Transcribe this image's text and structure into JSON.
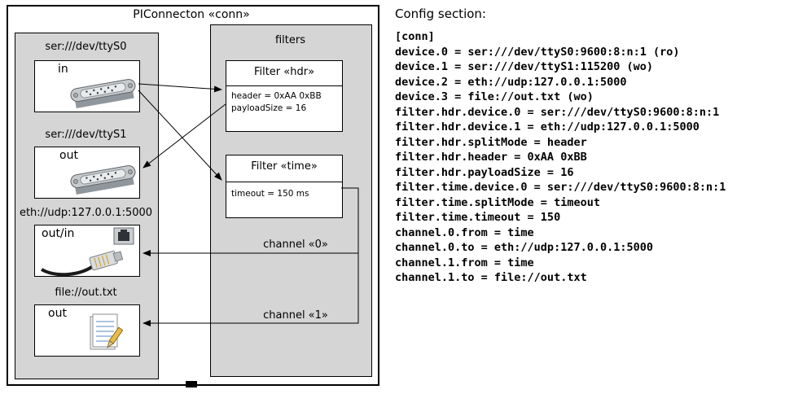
{
  "diagram": {
    "title": "PIConnecton «conn»",
    "devices": [
      {
        "label": "ser:///dev/ttyS0",
        "port": "in",
        "icon": "serial-connector-icon"
      },
      {
        "label": "ser:///dev/ttyS1",
        "port": "out",
        "icon": "serial-connector-icon"
      },
      {
        "label": "eth://udp:127.0.0.1:5000",
        "port": "out/in",
        "icon": "ethernet-icon"
      },
      {
        "label": "file://out.txt",
        "port": "out",
        "icon": "document-icon"
      }
    ],
    "filters_panel": {
      "title": "filters",
      "filters": [
        {
          "title": "Filter «hdr»",
          "attributes": [
            "header = 0xAA 0xBB",
            "payloadSize = 16"
          ]
        },
        {
          "title": "Filter «time»",
          "attributes": [
            "timeout = 150 ms"
          ]
        }
      ]
    },
    "channels": [
      {
        "label": "channel «0»"
      },
      {
        "label": "channel «1»"
      }
    ]
  },
  "config": {
    "heading": "Config section:",
    "lines": [
      "[conn]",
      "device.0 = ser:///dev/ttyS0:9600:8:n:1 (ro)",
      "device.1 = ser:///dev/ttyS1:115200 (wo)",
      "device.2 = eth://udp:127.0.0.1:5000",
      "device.3 = file://out.txt (wo)",
      "filter.hdr.device.0 = ser:///dev/ttyS0:9600:8:n:1",
      "filter.hdr.device.1 = eth://udp:127.0.0.1:5000",
      "filter.hdr.splitMode = header",
      "filter.hdr.header = 0xAA 0xBB",
      "filter.hdr.payloadSize = 16",
      "filter.time.device.0 = ser:///dev/ttyS0:9600:8:n:1",
      "filter.time.splitMode = timeout",
      "filter.time.timeout = 150",
      "channel.0.from = time",
      "channel.0.to = eth://udp:127.0.0.1:5000",
      "channel.1.from = time",
      "channel.1.to = file://out.txt"
    ]
  },
  "colors": {
    "panel_gray": "#d5d5d5",
    "box_bg": "#ffffff",
    "line": "#000000"
  }
}
